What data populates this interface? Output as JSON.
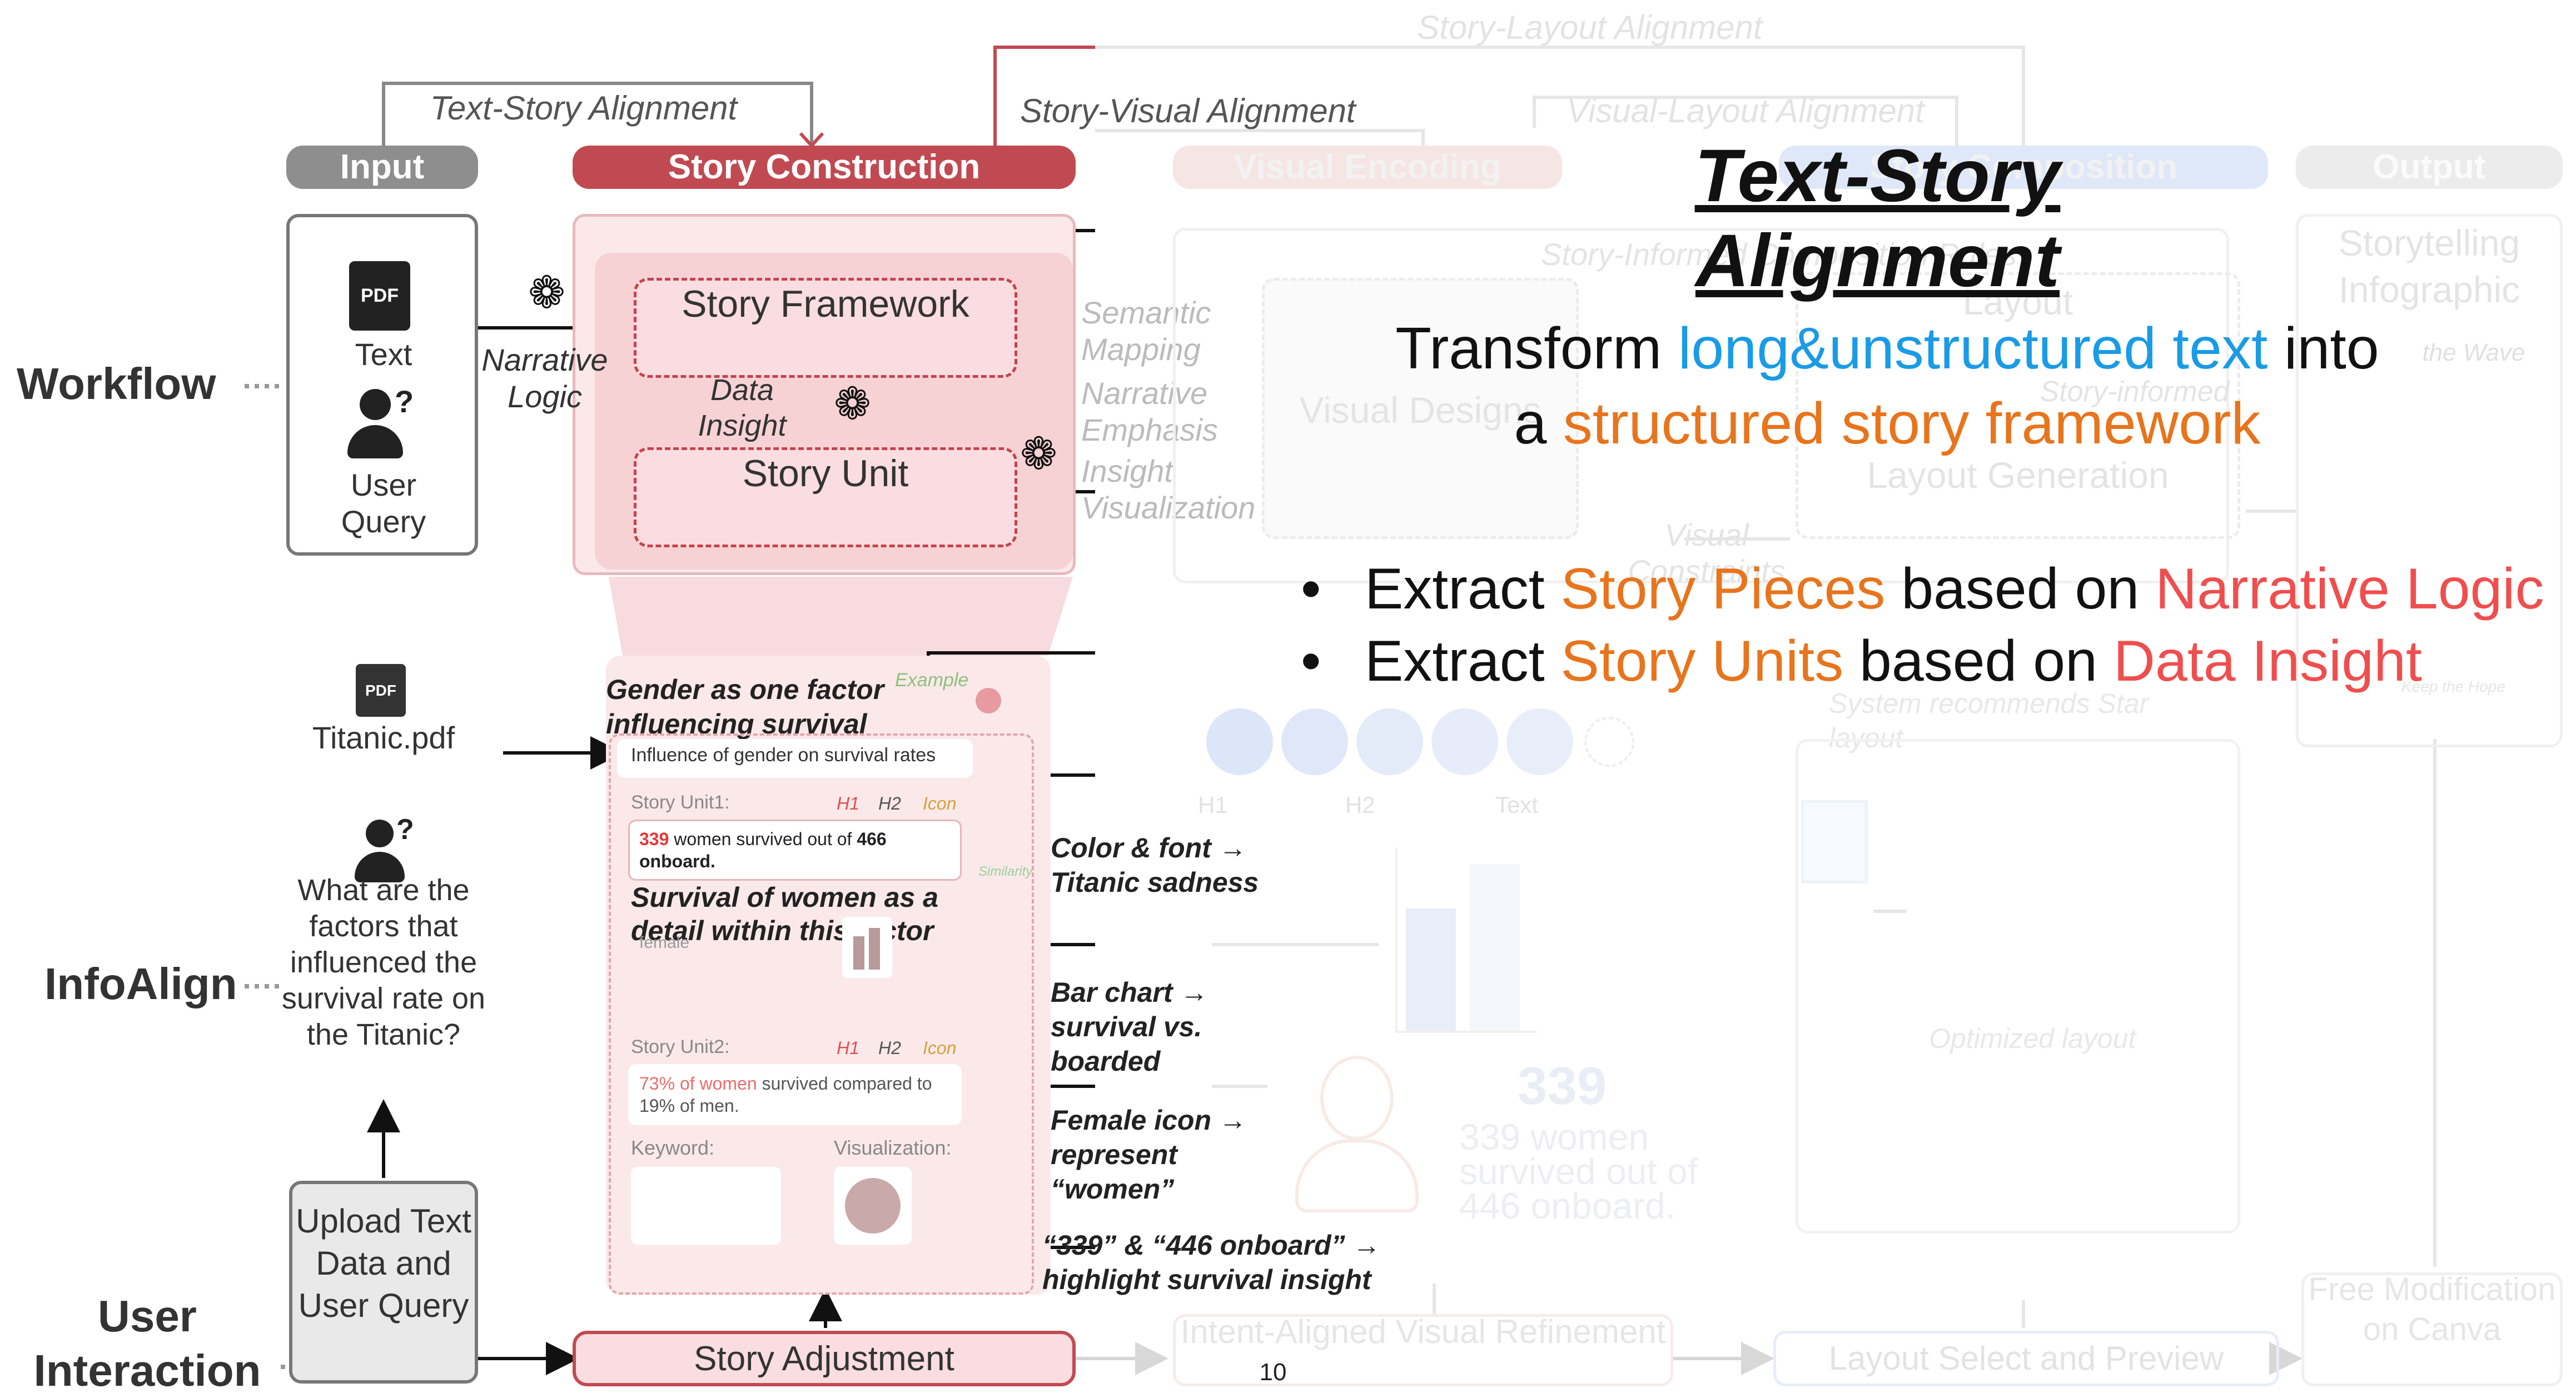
{
  "diagram": {
    "top_labels": {
      "story_layout_alignment": "Story-Layout Alignment",
      "text_story_alignment": "Text-Story Alignment",
      "story_visual_alignment": "Story-Visual Alignment",
      "visual_layout_alignment": "Visual-Layout Alignment"
    },
    "stage_headers": {
      "input": "Input",
      "story_construction": "Story Construction",
      "visual_encoding": "Visual Encoding",
      "story_composition": "Story Composition",
      "output": "Output"
    },
    "row_labels": {
      "workflow": "Workflow",
      "infoalign": "InfoAlign",
      "user_interaction": "User Interaction"
    },
    "input": {
      "pdf_icon_text": "PDF",
      "text": "Text",
      "user_query": "User Query",
      "query_icon_mark": "?"
    },
    "story_construction": {
      "narrative_logic": "Narrative Logic",
      "story_framework": "Story Framework",
      "data_insight": "Data Insight",
      "story_unit": "Story Unit"
    },
    "visual_encoding": {
      "semantic_mapping": "Semantic Mapping",
      "narrative_emphasis": "Narrative Emphasis",
      "insight_visualization": "Insight Visualization",
      "visual_designs": "Visual Designs",
      "visual_constraints": "Visual Constraints"
    },
    "story_composition": {
      "composition_rules": "Story-Informed Composition Rules",
      "layout": "Layout",
      "story_informed": "Story-informed",
      "layout_generation": "Layout Generation"
    },
    "output": {
      "storytelling_infographic": "Storytelling Infographic",
      "the_wave": "the Wave"
    },
    "infoalign": {
      "titanic_pdf": "Titanic.pdf",
      "question": "What are the factors that influenced the survival rate on the Titanic?",
      "gender_factor": "Gender as one factor influencing survival",
      "example": "Example",
      "influence_of_gender": "Influence of gender on survival rates",
      "story_unit1": "Story Unit1:",
      "h1": "H1",
      "h2": "H2",
      "icon": "Icon",
      "unit1_number": "339",
      "unit1_text": "women survived out of",
      "unit1_total": "466",
      "unit1_end": "onboard.",
      "survival_women": "Survival of women as a detail within this factor",
      "female": "female",
      "similarity": "Similarity",
      "story_unit2": "Story Unit2:",
      "unit2_highlight": "73% of women",
      "unit2_text": "survived compared to 19% of men.",
      "keyword": "Keyword:",
      "visualization": "Visualization:",
      "color_font": "Color & font → Titanic sadness",
      "bar_chart": "Bar chart → survival vs. boarded",
      "female_icon": "Female icon → represent “women”",
      "highlight_insight": "“339” & “446 onboard” → highlight survival insight",
      "h1_legend": "H1",
      "h2_legend": "H2",
      "text_legend": "Text",
      "big_number": "339",
      "big_text_1": "339 women",
      "big_text_2": "survived out of",
      "big_text_3": "446 onboard.",
      "recommends": "System recommends Star layout",
      "optimized_layout": "Optimized layout",
      "keep_the_hope": "Keep the Hope"
    },
    "user_interaction": {
      "upload": "Upload Text Data and User Query",
      "story_adjustment": "Story Adjustment",
      "intent_aligned": "Intent-Aligned Visual Refinement",
      "layout_select": "Layout Select and Preview",
      "free_modification": "Free Modification on Canva"
    }
  },
  "slide": {
    "title": "Text-Story Alignment",
    "intro_prefix": "Transform",
    "intro_blue": "long&unstructured text",
    "intro_mid": "into",
    "intro_line2_prefix": "a",
    "intro_orange": "structured story framework",
    "bullets": [
      {
        "prefix": "Extract",
        "orange": "Story Pieces",
        "mid": "based on",
        "red": "Narrative Logic"
      },
      {
        "prefix": "Extract",
        "orange": "Story Units",
        "mid": "based on",
        "red": "Data Insight"
      }
    ],
    "page_number": "10"
  },
  "colors": {
    "accent_red": "#c14a52",
    "blue": "#1a9be6",
    "orange": "#e8741c",
    "red": "#f04e4e",
    "grey_pill": "#8e8e8e",
    "pink_fill": "#f9dde0"
  }
}
